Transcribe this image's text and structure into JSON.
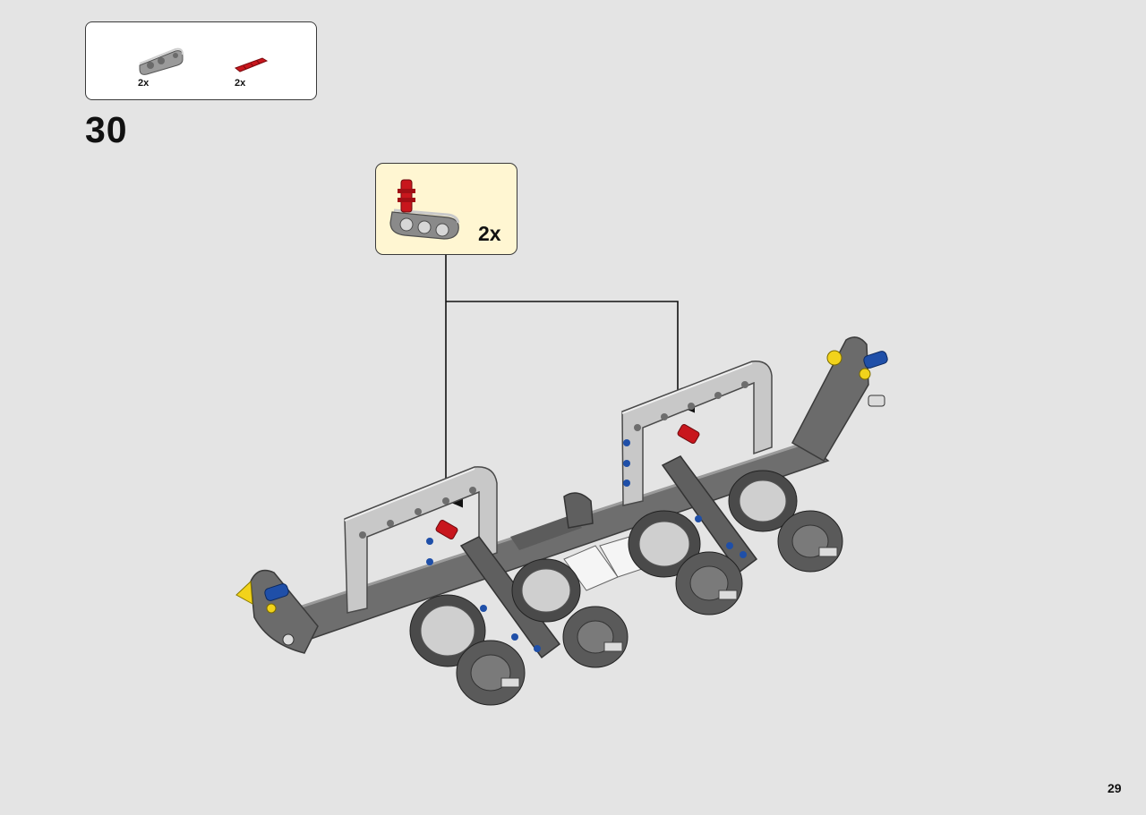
{
  "parts_list": [
    {
      "icon": "grey-angled-beam-icon",
      "qty": "2x"
    },
    {
      "icon": "red-axle-pin-icon",
      "qty": "2x"
    }
  ],
  "step_number": "30",
  "subassembly": {
    "icon": "beam-with-red-pin-icon",
    "qty": "2x"
  },
  "page_number": "29",
  "colors": {
    "background": "#e4e4e4",
    "callout_fill": "#fff6d2",
    "beam_dark": "#6b6b6b",
    "beam_light": "#c8c8c8",
    "pin_red": "#c8161d",
    "pin_blue": "#1f4fa8",
    "accent_yellow": "#f2d31b"
  }
}
